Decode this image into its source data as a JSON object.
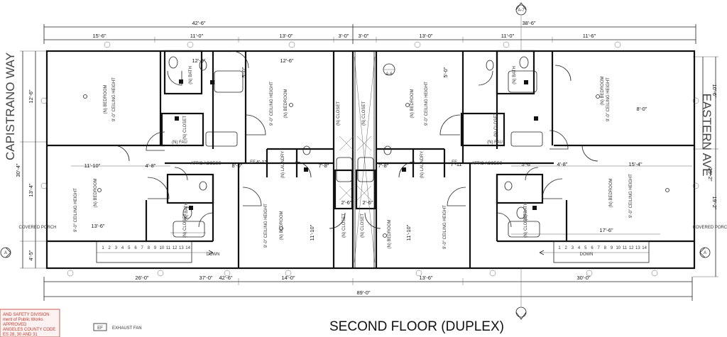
{
  "title": "SECOND FLOOR (DUPLEX)",
  "streets": {
    "left": "CAPISTRANO WAY",
    "right": "EASTERN AVE"
  },
  "dims_top_overall": [
    "42'-6\"",
    "38'-6\""
  ],
  "dims_top_rooms": [
    "15'-6\"",
    "11'-0\"",
    "13'-0\"",
    "3'-0\"",
    "3'-0\"",
    "13'-0\"",
    "11'-0\"",
    "11'-6\""
  ],
  "dims_bottom": [
    "26'-0\"",
    "37'-0\"",
    "42'-6\"",
    "14'-0\"",
    "13'-6\"",
    "30'-0\""
  ],
  "dim_total": "89'-0\"",
  "dims_left": [
    "12'-6\"",
    "30'-4\"",
    "13'-4\"",
    "4'-5\""
  ],
  "dims_right": [
    "10'-6\"",
    "29'-2\"",
    "19'-2\""
  ],
  "dims_inner": [
    "11'-10\"",
    "4'-8\"",
    "8'-0\"",
    "4'-1\"",
    "7'-8\"",
    "7'-8\"",
    "7'-11\"",
    "5'-6\"",
    "4'-8\"",
    "15'-4\"",
    "8'-0\"",
    "12'-6\"",
    "12'-6\"",
    "13'-6\"",
    "17'-6\"",
    "11'-10\"",
    "11'-10\"",
    "2'-6\"",
    "2'-6\"",
    "5'-0\"",
    "5'-0\""
  ],
  "room_labels": [
    "(N) BEDROOM",
    "(N) BEDROOM",
    "(N) BEDROOM",
    "(N) BEDROOM",
    "(N) BEDROOM",
    "(N) BEDROOM",
    "(N) BEDROOM",
    "(N) BEDROOM",
    "(N) BATH",
    "(N) BATH",
    "(N) BATH",
    "(N) BATH",
    "(N) CLOSET",
    "(N) CLOSET",
    "(N) CLOSET",
    "(N) CLOSET",
    "(N) CLOSET",
    "(N) CLOSET",
    "(N) CLOSET",
    "(N) CLOSET",
    "(N) FAU",
    "(N) FAU",
    "(N) LAUNDRY",
    "(N) LAUNDRY",
    "9'-0\" CEILING HEIGHT",
    "9'-0\" CEILING HEIGHT",
    "9'-0\" CEILING HEIGHT",
    "9'-0\" CEILING HEIGHT",
    "9'-0\" CEILING HEIGHT",
    "9'-0\" CEILING HEIGHT",
    "9'-0\" CEILING HEIGHT",
    "9'-0\" CEILING HEIGHT",
    "COVERED PORCH",
    "COVERED PORCH",
    "DOWN",
    "DOWN",
    "ATTIC ACCESS",
    "ATTIC ACCESS",
    "EF",
    "EF"
  ],
  "section_marks": [
    "A-7",
    "A-6",
    "A",
    "A"
  ],
  "stair_numbers": [
    "1",
    "2",
    "3",
    "4",
    "5",
    "6",
    "7",
    "8",
    "9",
    "10",
    "11",
    "12",
    "13",
    "14"
  ],
  "legend": {
    "symbol": "EF",
    "text": "EXHAUST FAN"
  },
  "stamp": {
    "lines": [
      "AND SAFETY DIVISION",
      "ment of Public Works",
      "APPROVED",
      "ANGELES COUNTY CODE",
      "ES 28, 30 AND 31"
    ]
  }
}
